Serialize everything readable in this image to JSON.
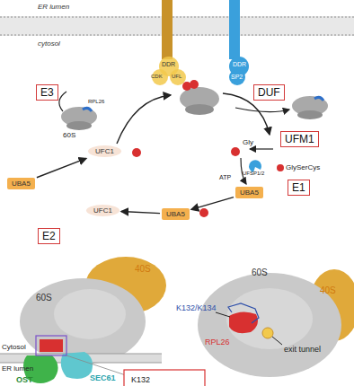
{
  "diagram": {
    "nodes": [
      {
        "text": [
          "E3"
        ]
      },
      {
        "text": [
          "DUF"
        ]
      },
      {
        "text": [
          "UFM1"
        ]
      },
      {
        "text": [
          "E1"
        ]
      },
      {
        "text": [
          "E2"
        ]
      },
      {
        "text": [
          "UFC1"
        ]
      },
      {
        "text": [
          "UBA5"
        ]
      },
      {
        "text": [
          "UFC1"
        ]
      },
      {
        "text": [
          "UBA5"
        ]
      },
      {
        "text": [
          "UBA5"
        ]
      }
    ],
    "edges": [
      {
        "from": 9,
        "to": 8,
        "arrow": "to"
      },
      {
        "from": 8,
        "to": 7,
        "arrow": "to"
      },
      {
        "from": 6,
        "to": 5,
        "arrow": "to"
      }
    ],
    "labels": [
      "ER lumen",
      "cytosol",
      "DDR",
      "CDK",
      "UFL",
      "DDR",
      "SP2",
      "60S",
      "RPL26",
      "Gly",
      "GlySerCys",
      "UFSP1/2",
      "ATP",
      "40S",
      "60S",
      "60S",
      "40S",
      "K132/K134",
      "RPL26",
      "exit tunnel",
      "Cytosol",
      "ER lumen",
      "OST",
      "SEC61",
      "K132"
    ]
  }
}
